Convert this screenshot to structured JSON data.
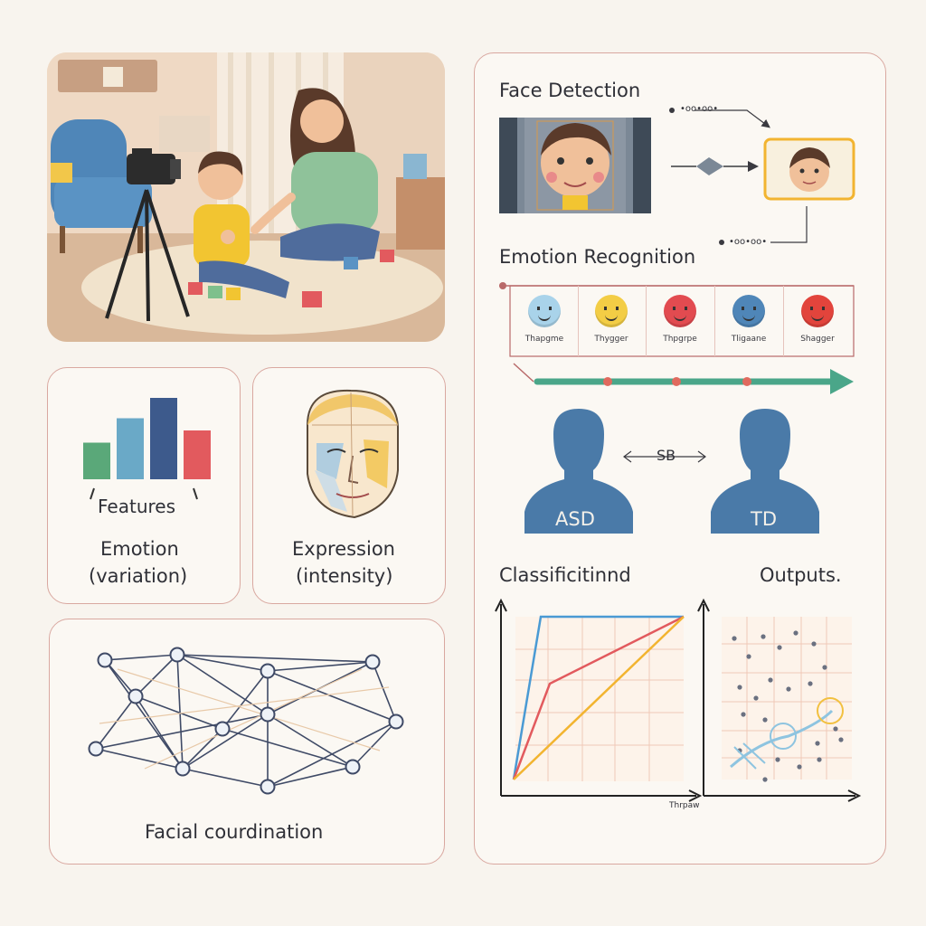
{
  "scene": {
    "colors": {
      "wall": "#efd9c4",
      "curtain": "#f6ece0",
      "rug": "#f1e3cc",
      "chair": "#4f86b8",
      "shirt_child": "#f2c531",
      "shirt_parent": "#8fc29a",
      "jeans": "#4f6c9c",
      "hair": "#5a3a2a",
      "skin": "#f0c09a"
    }
  },
  "features_panel": {
    "title": "Features",
    "line1": "Emotion",
    "line2": "(variation)",
    "bars": [
      0.45,
      0.75,
      1.0,
      0.6
    ],
    "bar_colors": [
      "#5aa879",
      "#6aa9c7",
      "#3d5a8c",
      "#e25a5e"
    ]
  },
  "expression_panel": {
    "line1": "Expression",
    "line2": "(intensity)"
  },
  "coordination_panel": {
    "title": "Facial courdination"
  },
  "detection": {
    "title": "Face Detection",
    "note1": "•oo•oo•",
    "note2": "•oo•oo•"
  },
  "emotion": {
    "title": "Emotion Recognition",
    "labels": [
      "Thapgme",
      "Thygger",
      "Thpgrpe",
      "Tligaane",
      "Shagger"
    ],
    "face_colors": [
      "#a9d3ea",
      "#f3cd45",
      "#e24b50",
      "#4f86b8",
      "#e2443c"
    ]
  },
  "comparison": {
    "left": "ASD",
    "right": "TD",
    "connector": "SB",
    "figure_color": "#4a7aa8"
  },
  "classification": {
    "title": "Classificitinnd",
    "axis_note": "Thrpaw"
  },
  "outputs": {
    "title": "Outputs."
  }
}
